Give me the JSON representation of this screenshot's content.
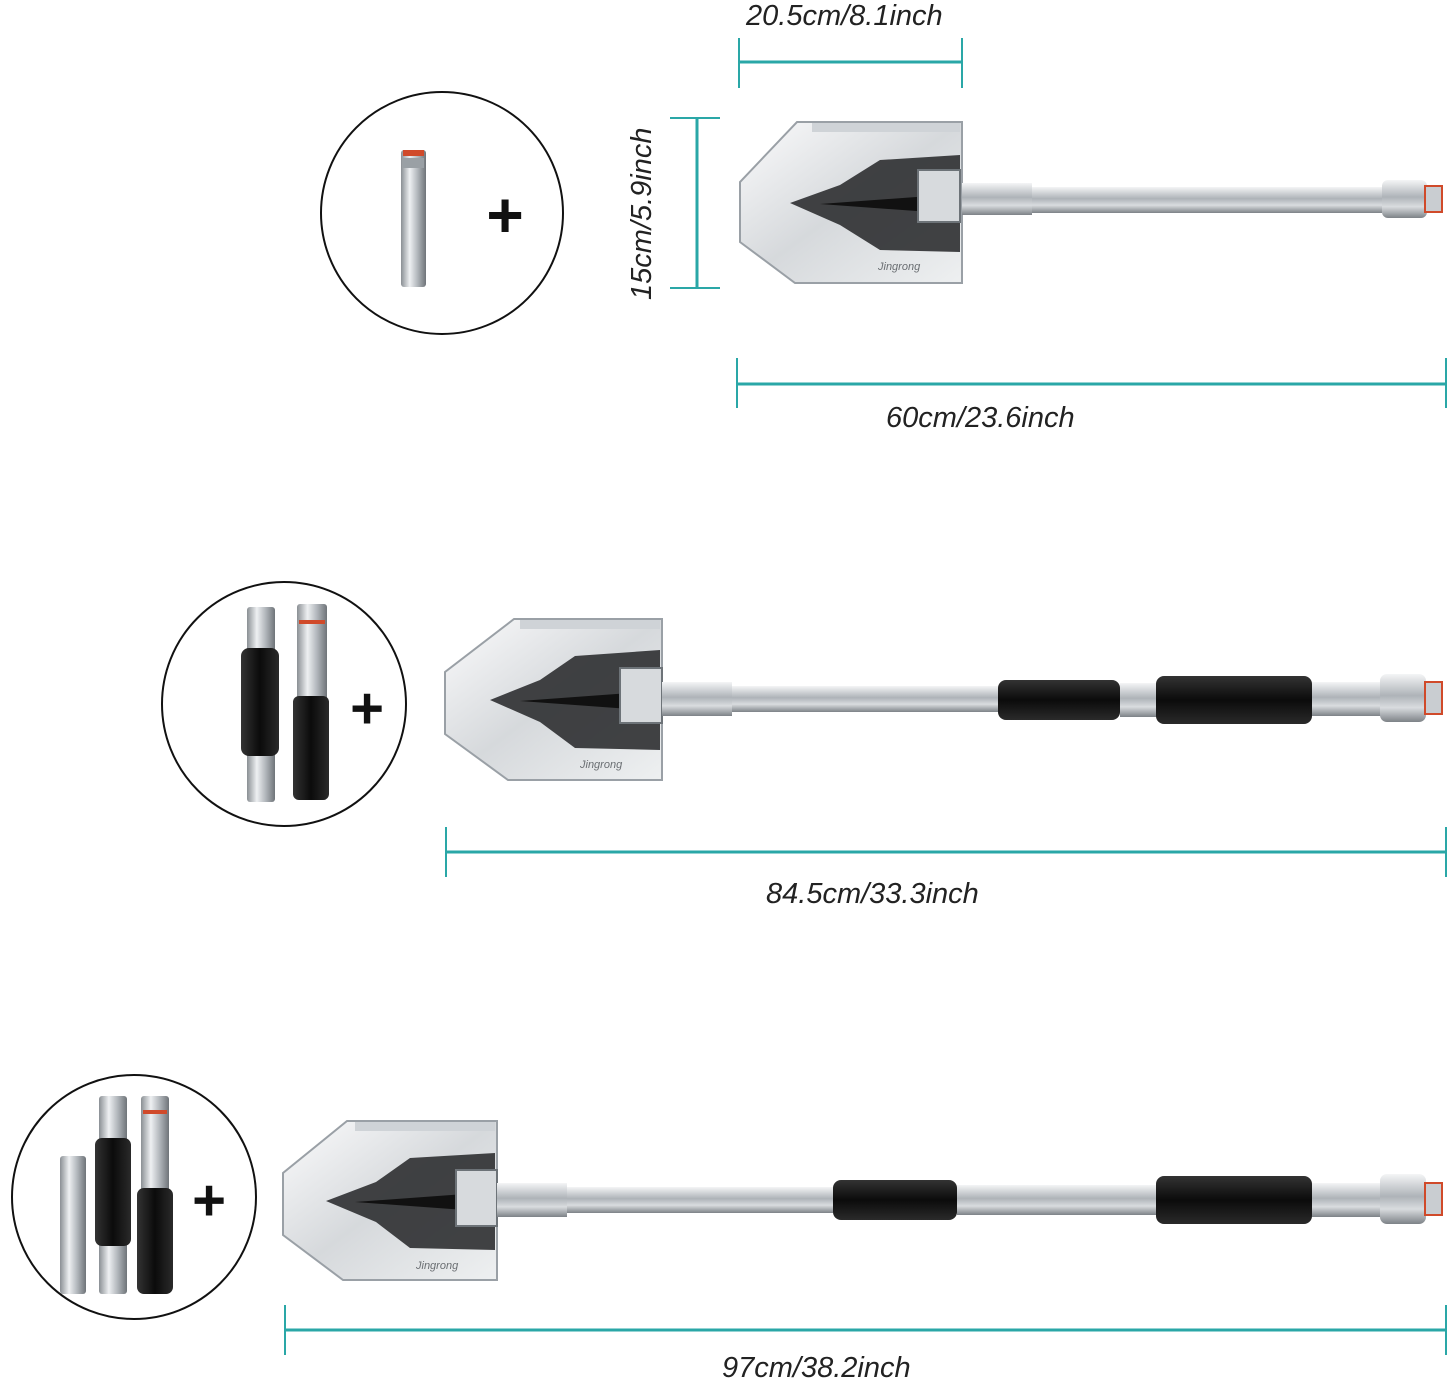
{
  "colors": {
    "dimension_line": "#2aa7a7",
    "blade": "#e3e5e8",
    "handle": "#b9bec4",
    "foam_grip": "#111111",
    "accent_ring": "#d04a2a"
  },
  "brand": "Jingrong",
  "dimensions": {
    "blade_width": "20.5cm/8.1inch",
    "blade_height": "15cm/5.9inch",
    "length_short": "60cm/23.6inch",
    "length_medium": "84.5cm/33.3inch",
    "length_long": "97cm/38.2inch"
  },
  "plus_symbol": "+",
  "configurations": [
    {
      "extension_pieces": 1,
      "foam_grips": 0
    },
    {
      "extension_pieces": 2,
      "foam_grips": 2
    },
    {
      "extension_pieces": 3,
      "foam_grips": 2
    }
  ],
  "icons": [
    "shovel-blade",
    "extension-rod",
    "foam-grip",
    "plus-icon"
  ]
}
